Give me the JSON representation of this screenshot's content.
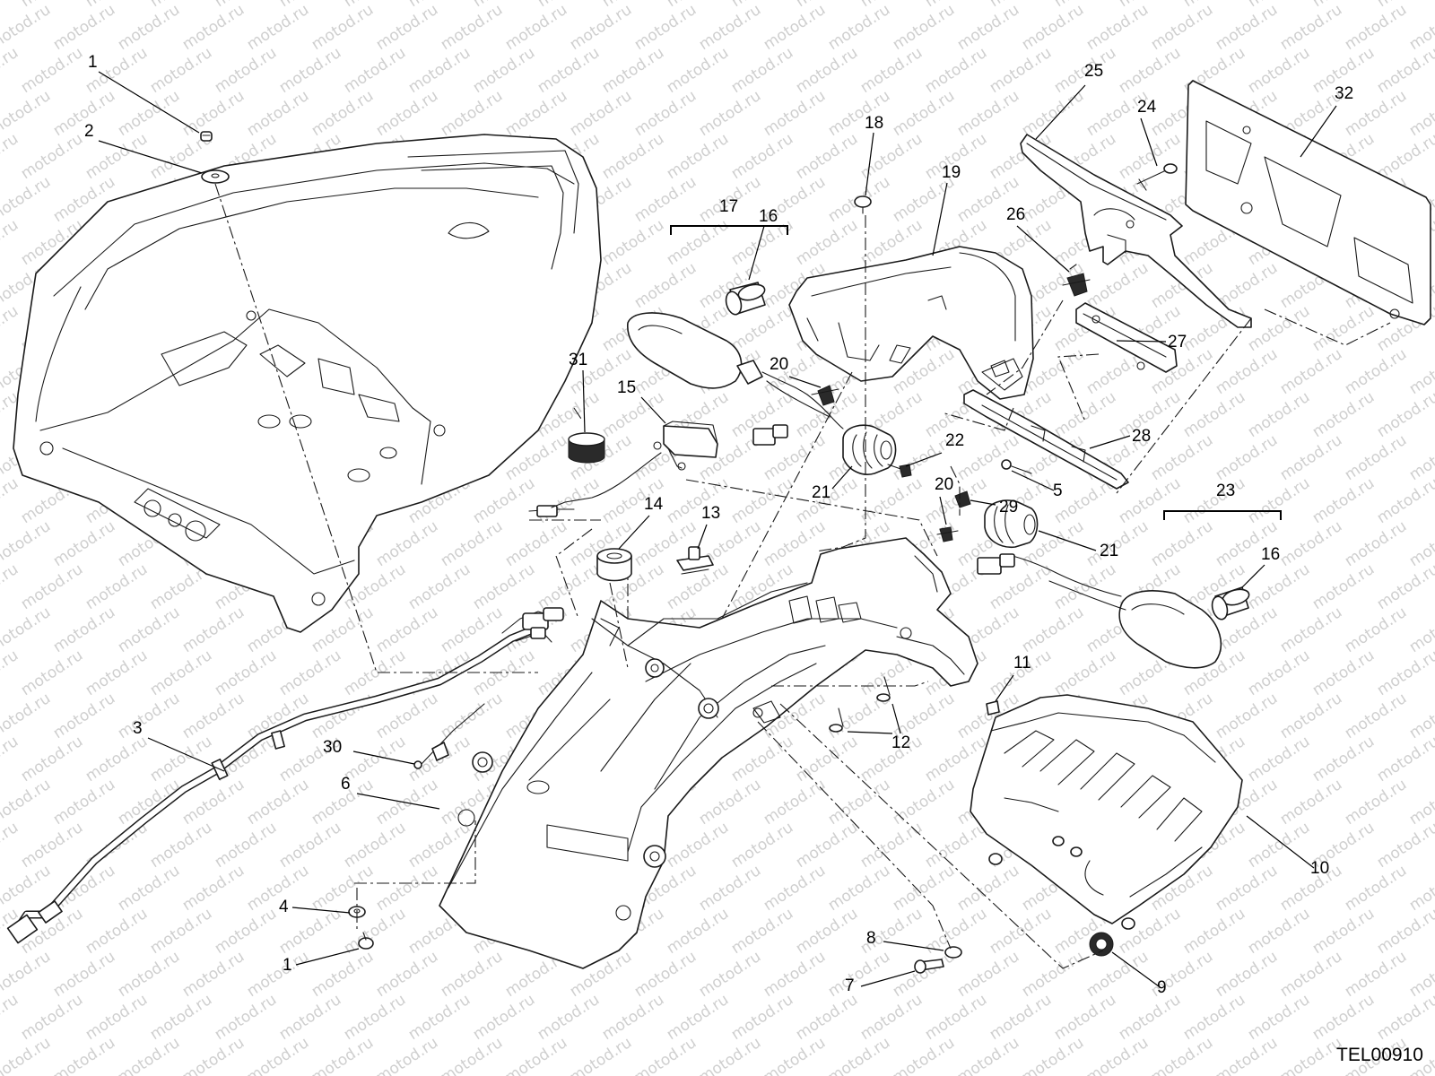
{
  "watermark": "motod.ru",
  "drawing_code": "TEL00910",
  "callouts": [
    {
      "label": "1",
      "part": "screw-top"
    },
    {
      "label": "2",
      "part": "washer-top"
    },
    {
      "label": "3",
      "part": "wiring-harness"
    },
    {
      "label": "4",
      "part": "washer-lower"
    },
    {
      "label": "1",
      "part": "screw-lower"
    },
    {
      "label": "6",
      "part": "rear-mudguard"
    },
    {
      "label": "30",
      "part": "cable-tie"
    },
    {
      "label": "14",
      "part": "grommet"
    },
    {
      "label": "13",
      "part": "clip"
    },
    {
      "label": "15",
      "part": "relay"
    },
    {
      "label": "31",
      "part": "rubber-pad"
    },
    {
      "label": "17",
      "part": "left-turn-indicator"
    },
    {
      "label": "16",
      "part": "bulb-left"
    },
    {
      "label": "20",
      "part": "clamp-upper"
    },
    {
      "label": "18",
      "part": "plug"
    },
    {
      "label": "19",
      "part": "cover"
    },
    {
      "label": "21",
      "part": "bushing-left"
    },
    {
      "label": "22",
      "part": "screw-22"
    },
    {
      "label": "20",
      "part": "clamp-lower"
    },
    {
      "label": "21",
      "part": "bushing-right"
    },
    {
      "label": "25",
      "part": "plate-holder"
    },
    {
      "label": "24",
      "part": "screw-24"
    },
    {
      "label": "26",
      "part": "clip-26"
    },
    {
      "label": "32",
      "part": "license-plate"
    },
    {
      "label": "27",
      "part": "reflector"
    },
    {
      "label": "28",
      "part": "plate-light"
    },
    {
      "label": "5",
      "part": "screw-5"
    },
    {
      "label": "29",
      "part": "nut-29"
    },
    {
      "label": "23",
      "part": "right-turn-indicator"
    },
    {
      "label": "16",
      "part": "bulb-right"
    },
    {
      "label": "11",
      "part": "nut-11"
    },
    {
      "label": "12",
      "part": "screws-12"
    },
    {
      "label": "10",
      "part": "tail-light"
    },
    {
      "label": "8",
      "part": "washer-8"
    },
    {
      "label": "7",
      "part": "screw-7"
    },
    {
      "label": "9",
      "part": "nut-9"
    }
  ]
}
